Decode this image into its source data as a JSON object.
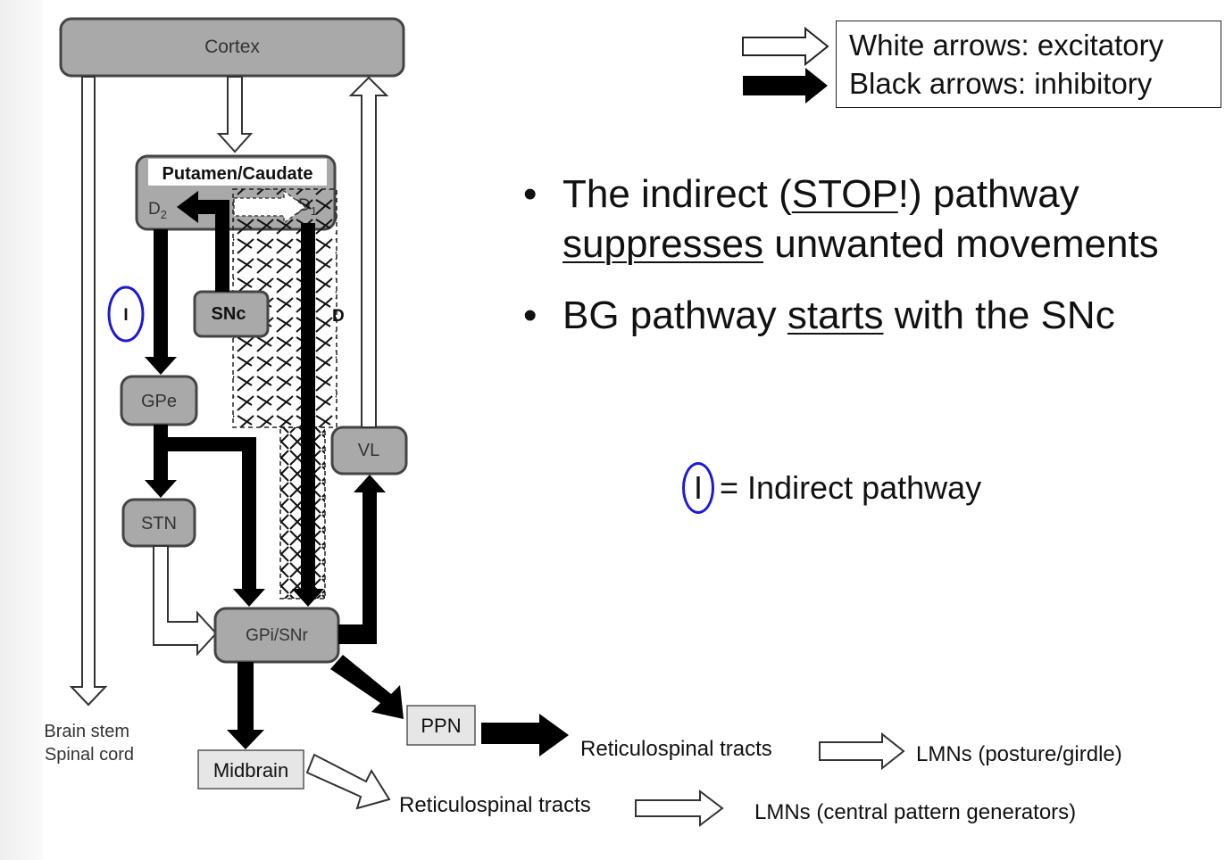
{
  "legend": {
    "white_line": "White arrows: excitatory",
    "black_line": "Black arrows: inhibitory"
  },
  "bullets": {
    "b1_pre": "The indirect (",
    "b1_stop": "STOP",
    "b1_mid": "!) pathway",
    "b1_suppresses": "suppresses",
    "b1_post": " unwanted movements",
    "b2_pre": "BG pathway ",
    "b2_starts": "starts",
    "b2_post": " with the SNc"
  },
  "key": {
    "symbol": "I",
    "text": "= Indirect pathway"
  },
  "diagram": {
    "cortex": "Cortex",
    "putamen": "Putamen/Caudate",
    "d2": "D",
    "d2_sub": "2",
    "d1": "D",
    "d1_sub": "1",
    "snc": "SNc",
    "d_label": "D",
    "i_marker": "I",
    "gpe": "GPe",
    "stn": "STN",
    "vl": "VL",
    "gpi": "GPi/SNr",
    "brainstem_line1": "Brain stem",
    "brainstem_line2": "Spinal cord",
    "midbrain": "Midbrain",
    "ppn": "PPN",
    "reticulo_upper": "Reticulospinal tracts",
    "reticulo_lower": "Reticulospinal tracts",
    "lmn_posture": "LMNs (posture/girdle)",
    "lmn_cpg": "LMNs (central pattern generators)"
  },
  "colors": {
    "box_fill": "#a9a9a9",
    "box_stroke": "#444444",
    "accent_oval": "#1a1ad8",
    "inhibitory": "#000000",
    "excitatory": "#ffffff"
  }
}
